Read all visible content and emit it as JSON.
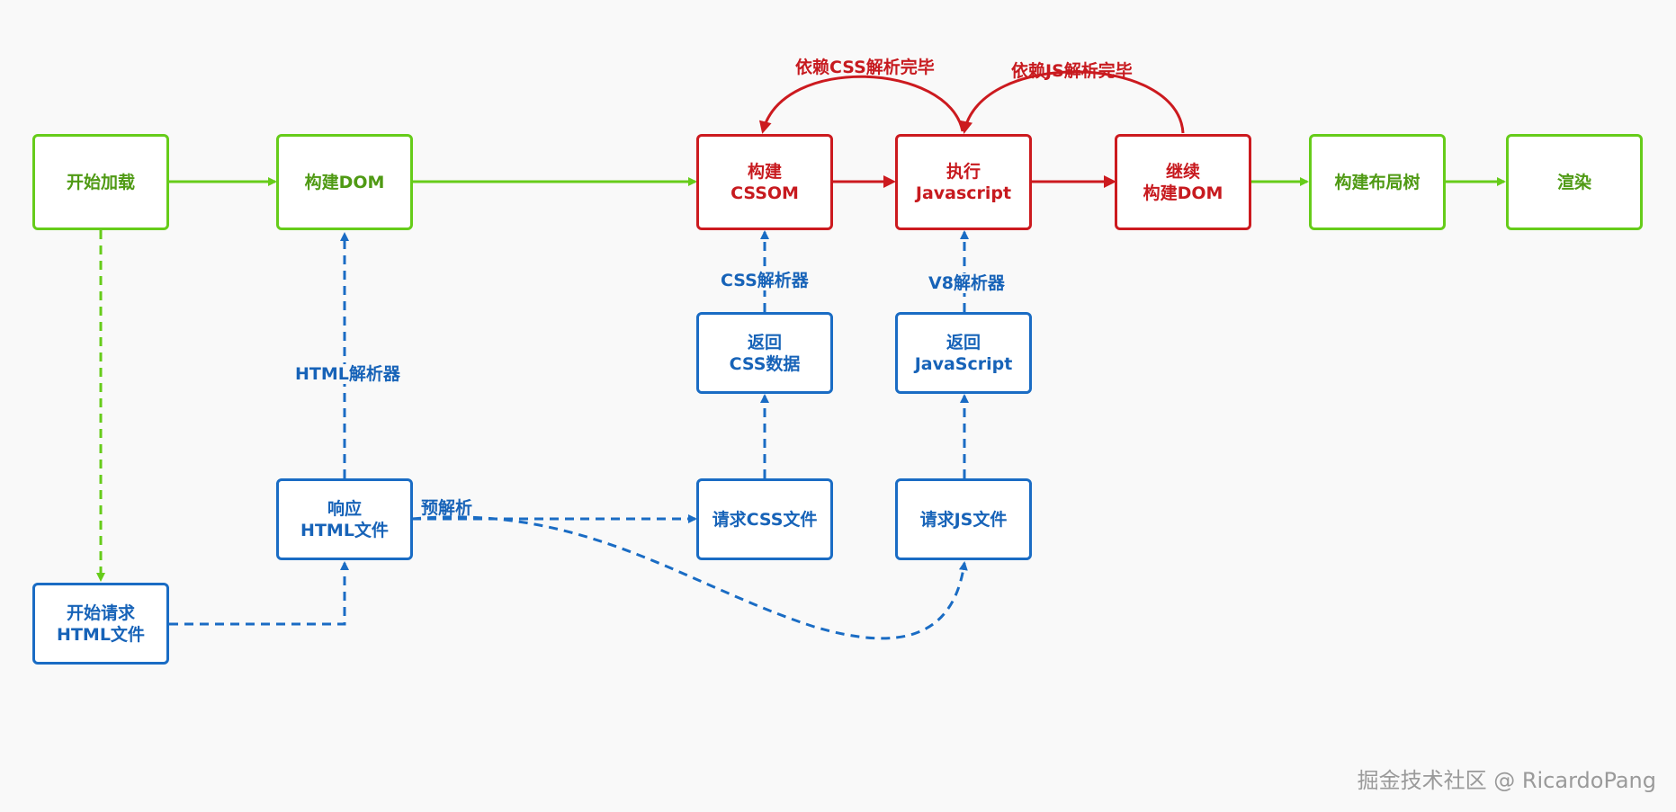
{
  "colors": {
    "green": "#66cc1a",
    "red": "#cc1a1f",
    "blue": "#1a6cc4"
  },
  "nodes": {
    "start_load": "开始加载",
    "build_dom": "构建DOM",
    "build_cssom": [
      "构建",
      "CSSOM"
    ],
    "exec_js": [
      "执行",
      "Javascript"
    ],
    "continue_dom": [
      "继续",
      "构建DOM"
    ],
    "build_layout": "构建布局树",
    "render": "渲染",
    "request_html": [
      "开始请求",
      "HTML文件"
    ],
    "response_html": [
      "响应",
      "HTML文件"
    ],
    "return_css": [
      "返回",
      "CSS数据"
    ],
    "return_js": [
      "返回",
      "JavaScript"
    ],
    "request_css": "请求CSS文件",
    "request_js": "请求JS文件"
  },
  "edge_labels": {
    "depends_css": "依赖CSS解析完毕",
    "depends_js": "依赖JS解析完毕",
    "html_parser": "HTML解析器",
    "css_parser": "CSS解析器",
    "v8_parser": "V8解析器",
    "preparse": "预解析"
  },
  "watermark": "掘金技术社区 @ RicardoPang"
}
